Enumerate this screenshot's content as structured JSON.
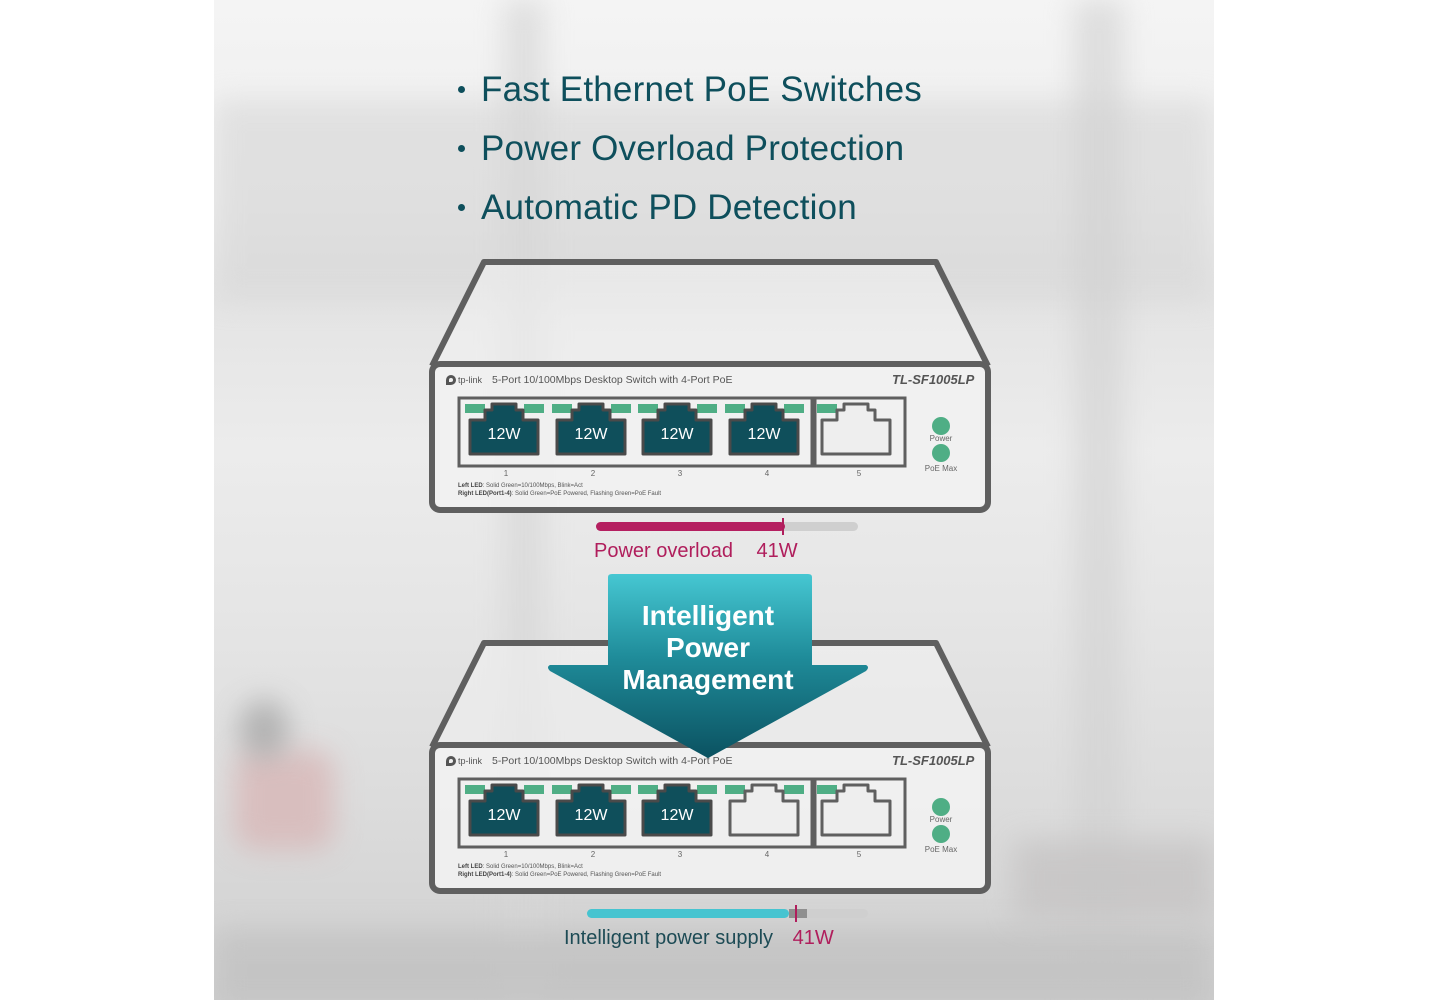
{
  "features": [
    "Fast Ethernet PoE Switches",
    "Power Overload Protection",
    "Automatic PD Detection"
  ],
  "brand": "tp-link",
  "product_description": "5-Port 10/100Mbps Desktop Switch with 4-Port PoE",
  "model": "TL-SF1005LP",
  "port_numbers": [
    "1",
    "2",
    "3",
    "4",
    "5"
  ],
  "led_labels": {
    "power": "Power",
    "poe_max": "PoE Max"
  },
  "legend": {
    "left_led_label": "Left LED",
    "left_led_text": ":  Solid Green=10/100Mbps, Blink=Act",
    "right_led_label": "Right LED(Port1-4)",
    "right_led_text": ":  Solid Green=PoE Powered, Flashing Green=PoE Fault"
  },
  "switch_top": {
    "port_loads": [
      "12W",
      "12W",
      "12W",
      "12W",
      null
    ],
    "bar": {
      "label": "Power overload",
      "value": "41W",
      "fill_fraction": 0.72,
      "limit_fraction": 0.71
    }
  },
  "arrow": {
    "lines": [
      "Intelligent",
      "Power",
      "Management"
    ]
  },
  "switch_bottom": {
    "port_loads": [
      "12W",
      "12W",
      "12W",
      null,
      null
    ],
    "bar": {
      "label": "Intelligent power supply",
      "value": "41W",
      "fill_fraction": 0.72,
      "limit_fraction": 0.74
    }
  },
  "colors": {
    "heading": "#0e4f5c",
    "port_active": "#0f4f5b",
    "led_green": "#4fae85",
    "overload": "#b01e5c",
    "supply": "#45c3cf",
    "arrow_top": "#44c4cf",
    "arrow_bottom": "#0c5563",
    "outline": "#5f5f5f"
  }
}
